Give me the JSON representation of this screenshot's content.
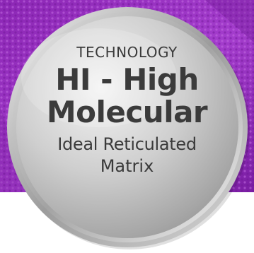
{
  "badge": {
    "kicker": "TECHNOLOGY",
    "title_line1": "HI - High",
    "title_line2": "Molecular",
    "subtitle_line1": "Ideal Reticulated",
    "subtitle_line2": "Matrix"
  },
  "colors": {
    "background_purple": "#9a2fc0",
    "background_purple_dark": "#7a1fa3",
    "medal_silver_light": "#eeeeee",
    "medal_silver_dark": "#8f8f8f",
    "text_dark_gray": "#3b3b3b"
  }
}
